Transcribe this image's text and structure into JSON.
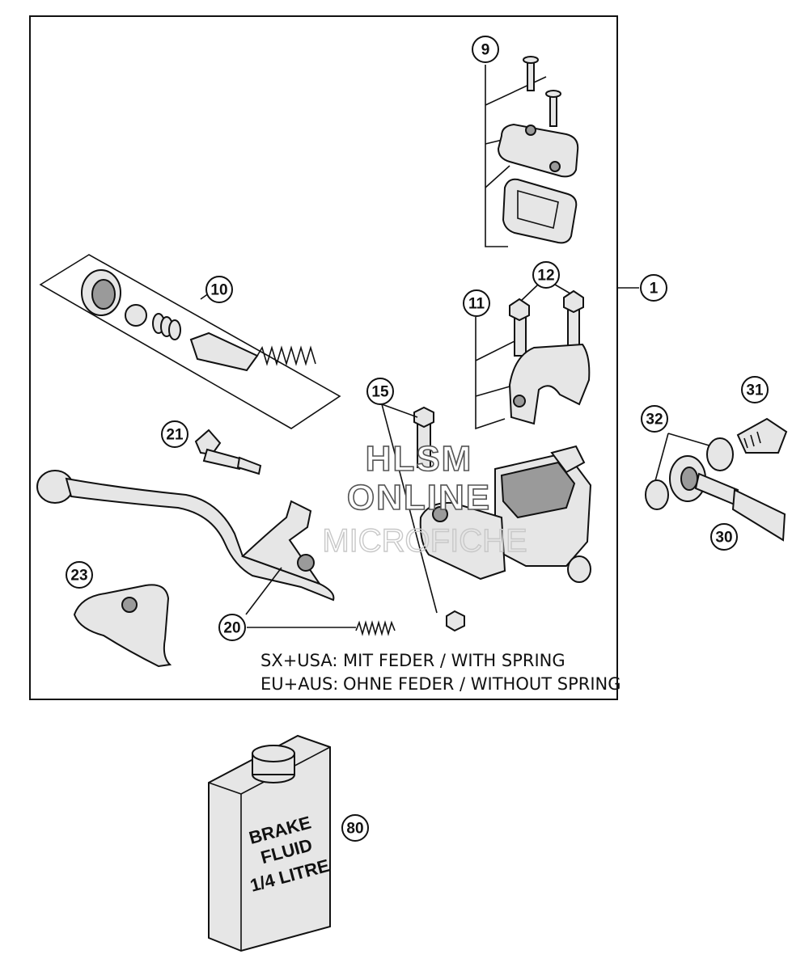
{
  "callouts": {
    "c1": "1",
    "c9": "9",
    "c10": "10",
    "c11": "11",
    "c12": "12",
    "c15": "15",
    "c20": "20",
    "c21": "21",
    "c23": "23",
    "c30": "30",
    "c31": "31",
    "c32": "32",
    "c80": "80"
  },
  "notes": {
    "line1_label": "SX+USA:",
    "line1_text": "MIT FEDER / WITH SPRING",
    "line2_label": "EU+AUS:",
    "line2_text": "OHNE FEDER / WITHOUT SPRING"
  },
  "watermark": {
    "line1": "HLSM",
    "line2": "ONLINE",
    "line3": "MICROFICHE"
  },
  "bottle": {
    "line1": "BRAKE",
    "line2": "FLUID",
    "line3": "1/4 LITRE"
  }
}
